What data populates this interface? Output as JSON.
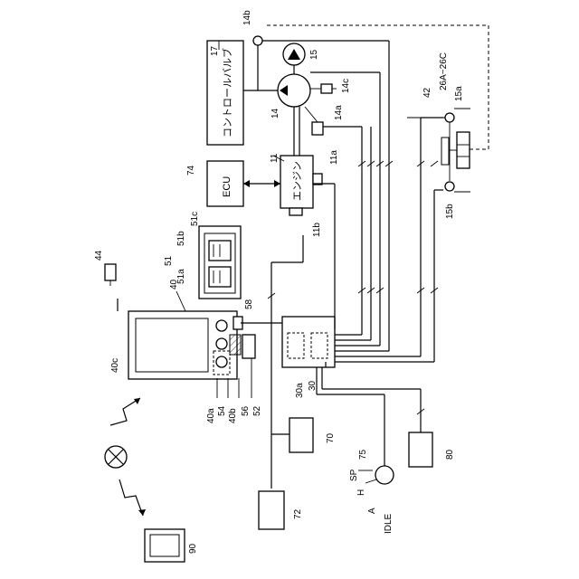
{
  "labels": {
    "ref_17": "17",
    "control_valve": "コントロールバルブ",
    "ref_14b": "14b",
    "ref_15": "15",
    "ref_14c": "14c",
    "ref_14": "14",
    "ref_14a": "14a",
    "ref_42": "42",
    "ref_26": "26A~26C",
    "ref_15a": "15a",
    "ref_15b": "15b",
    "ref_74": "74",
    "ecu": "ECU",
    "ref_11": "11",
    "engine": "エンジン",
    "ref_11a": "11a",
    "ref_11b": "11b",
    "ref_51c": "51c",
    "ref_51b": "51b",
    "ref_51": "51",
    "ref_51a": "51a",
    "ref_44": "44",
    "ref_40": "40",
    "ref_58": "58",
    "ref_40c": "40c",
    "ref_40a": "40a",
    "ref_54": "54",
    "ref_40b": "40b",
    "ref_56": "56",
    "ref_52": "52",
    "ref_30a": "30a",
    "ref_30": "30",
    "ref_70": "70",
    "ref_72": "72",
    "ref_75": "75",
    "ref_80": "80",
    "ref_90": "90",
    "dial_sp": "SP",
    "dial_h": "H",
    "dial_a": "A",
    "dial_idle": "IDLE"
  }
}
